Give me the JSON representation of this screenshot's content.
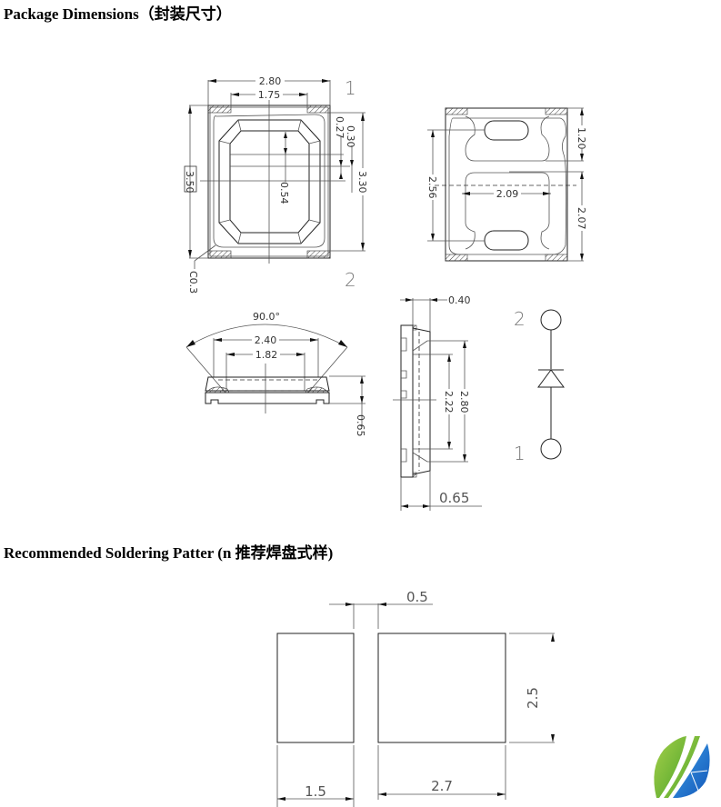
{
  "headings": {
    "package_dimensions": "Package Dimensions（封装尺寸）",
    "soldering_pattern": "Recommended Soldering Patter (n 推荐焊盘式样)"
  },
  "top_view": {
    "width_outer": "2.80",
    "width_inner": "1.75",
    "height_outer": "3.50",
    "height_inner": "3.30",
    "offset_a": "0.27",
    "offset_b": "0.30",
    "center_offset": "0.54",
    "chamfer": "C0.3",
    "pin1": "1",
    "pin2": "2"
  },
  "bottom_view": {
    "pad_top": "1.20",
    "pad_span": "2.56",
    "pad_width": "2.09",
    "pad_bottom": "2.07"
  },
  "front_view": {
    "angle": "90.0°",
    "width_outer": "2.40",
    "width_inner": "1.82",
    "height": "0.65"
  },
  "side_view": {
    "top_offset": "0.40",
    "length_outer": "2.80",
    "length_inner": "2.22",
    "thickness": "0.65"
  },
  "schematic": {
    "pin_top": "2",
    "pin_bottom": "1",
    "symbol": "diode-icon"
  },
  "soldering": {
    "gap": "0.5",
    "pad_height": "2.5",
    "pad1_width": "1.5",
    "pad2_width": "2.7"
  },
  "logo": {
    "name": "company-logo",
    "colors": {
      "green": "#7cc13a",
      "blue": "#1f78d1"
    }
  }
}
